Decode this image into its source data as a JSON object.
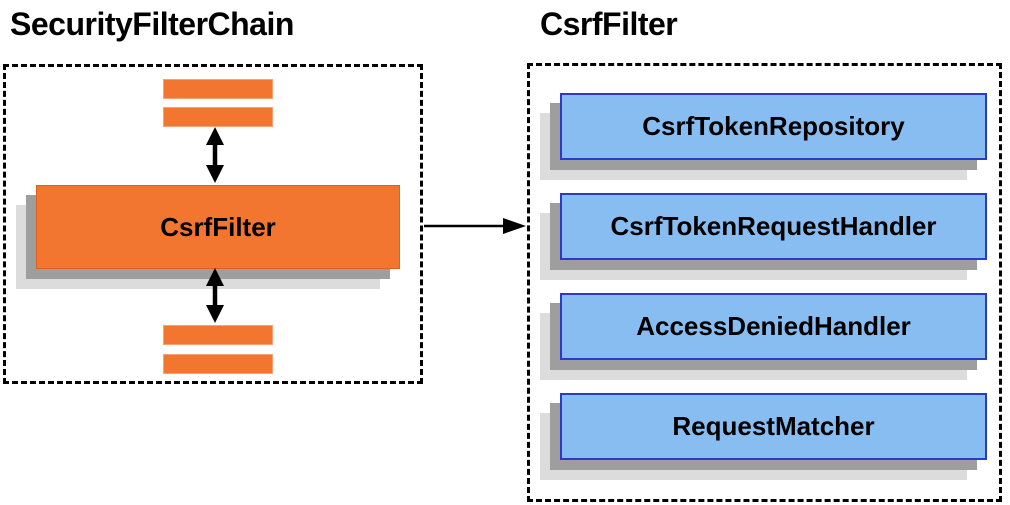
{
  "titles": {
    "left": "SecurityFilterChain",
    "right": "CsrfFilter"
  },
  "left_panel": {
    "filter_label": "CsrfFilter"
  },
  "right_panel": {
    "items": [
      "CsrfTokenRepository",
      "CsrfTokenRequestHandler",
      "AccessDeniedHandler",
      "RequestMatcher"
    ]
  },
  "icons": {
    "between_top_filters_and_csrf_filter": "up-down-arrow-icon",
    "between_csrf_filter_and_bottom_filters": "up-down-arrow-icon",
    "csrf_filter_to_components": "right-arrow-icon"
  },
  "colors": {
    "background": "#FFFFFF",
    "text_color": "#000000",
    "line_color": "#000000",
    "orange_fill": "#F2762F",
    "orange_border": "#E05F20",
    "orange_bar_border": "#F9A172",
    "blue_fill": "#88BDF2",
    "blue_border": "#2B3BC8",
    "shadow_dark": "#9E9E9E",
    "shadow_light": "#DCDCDC"
  }
}
